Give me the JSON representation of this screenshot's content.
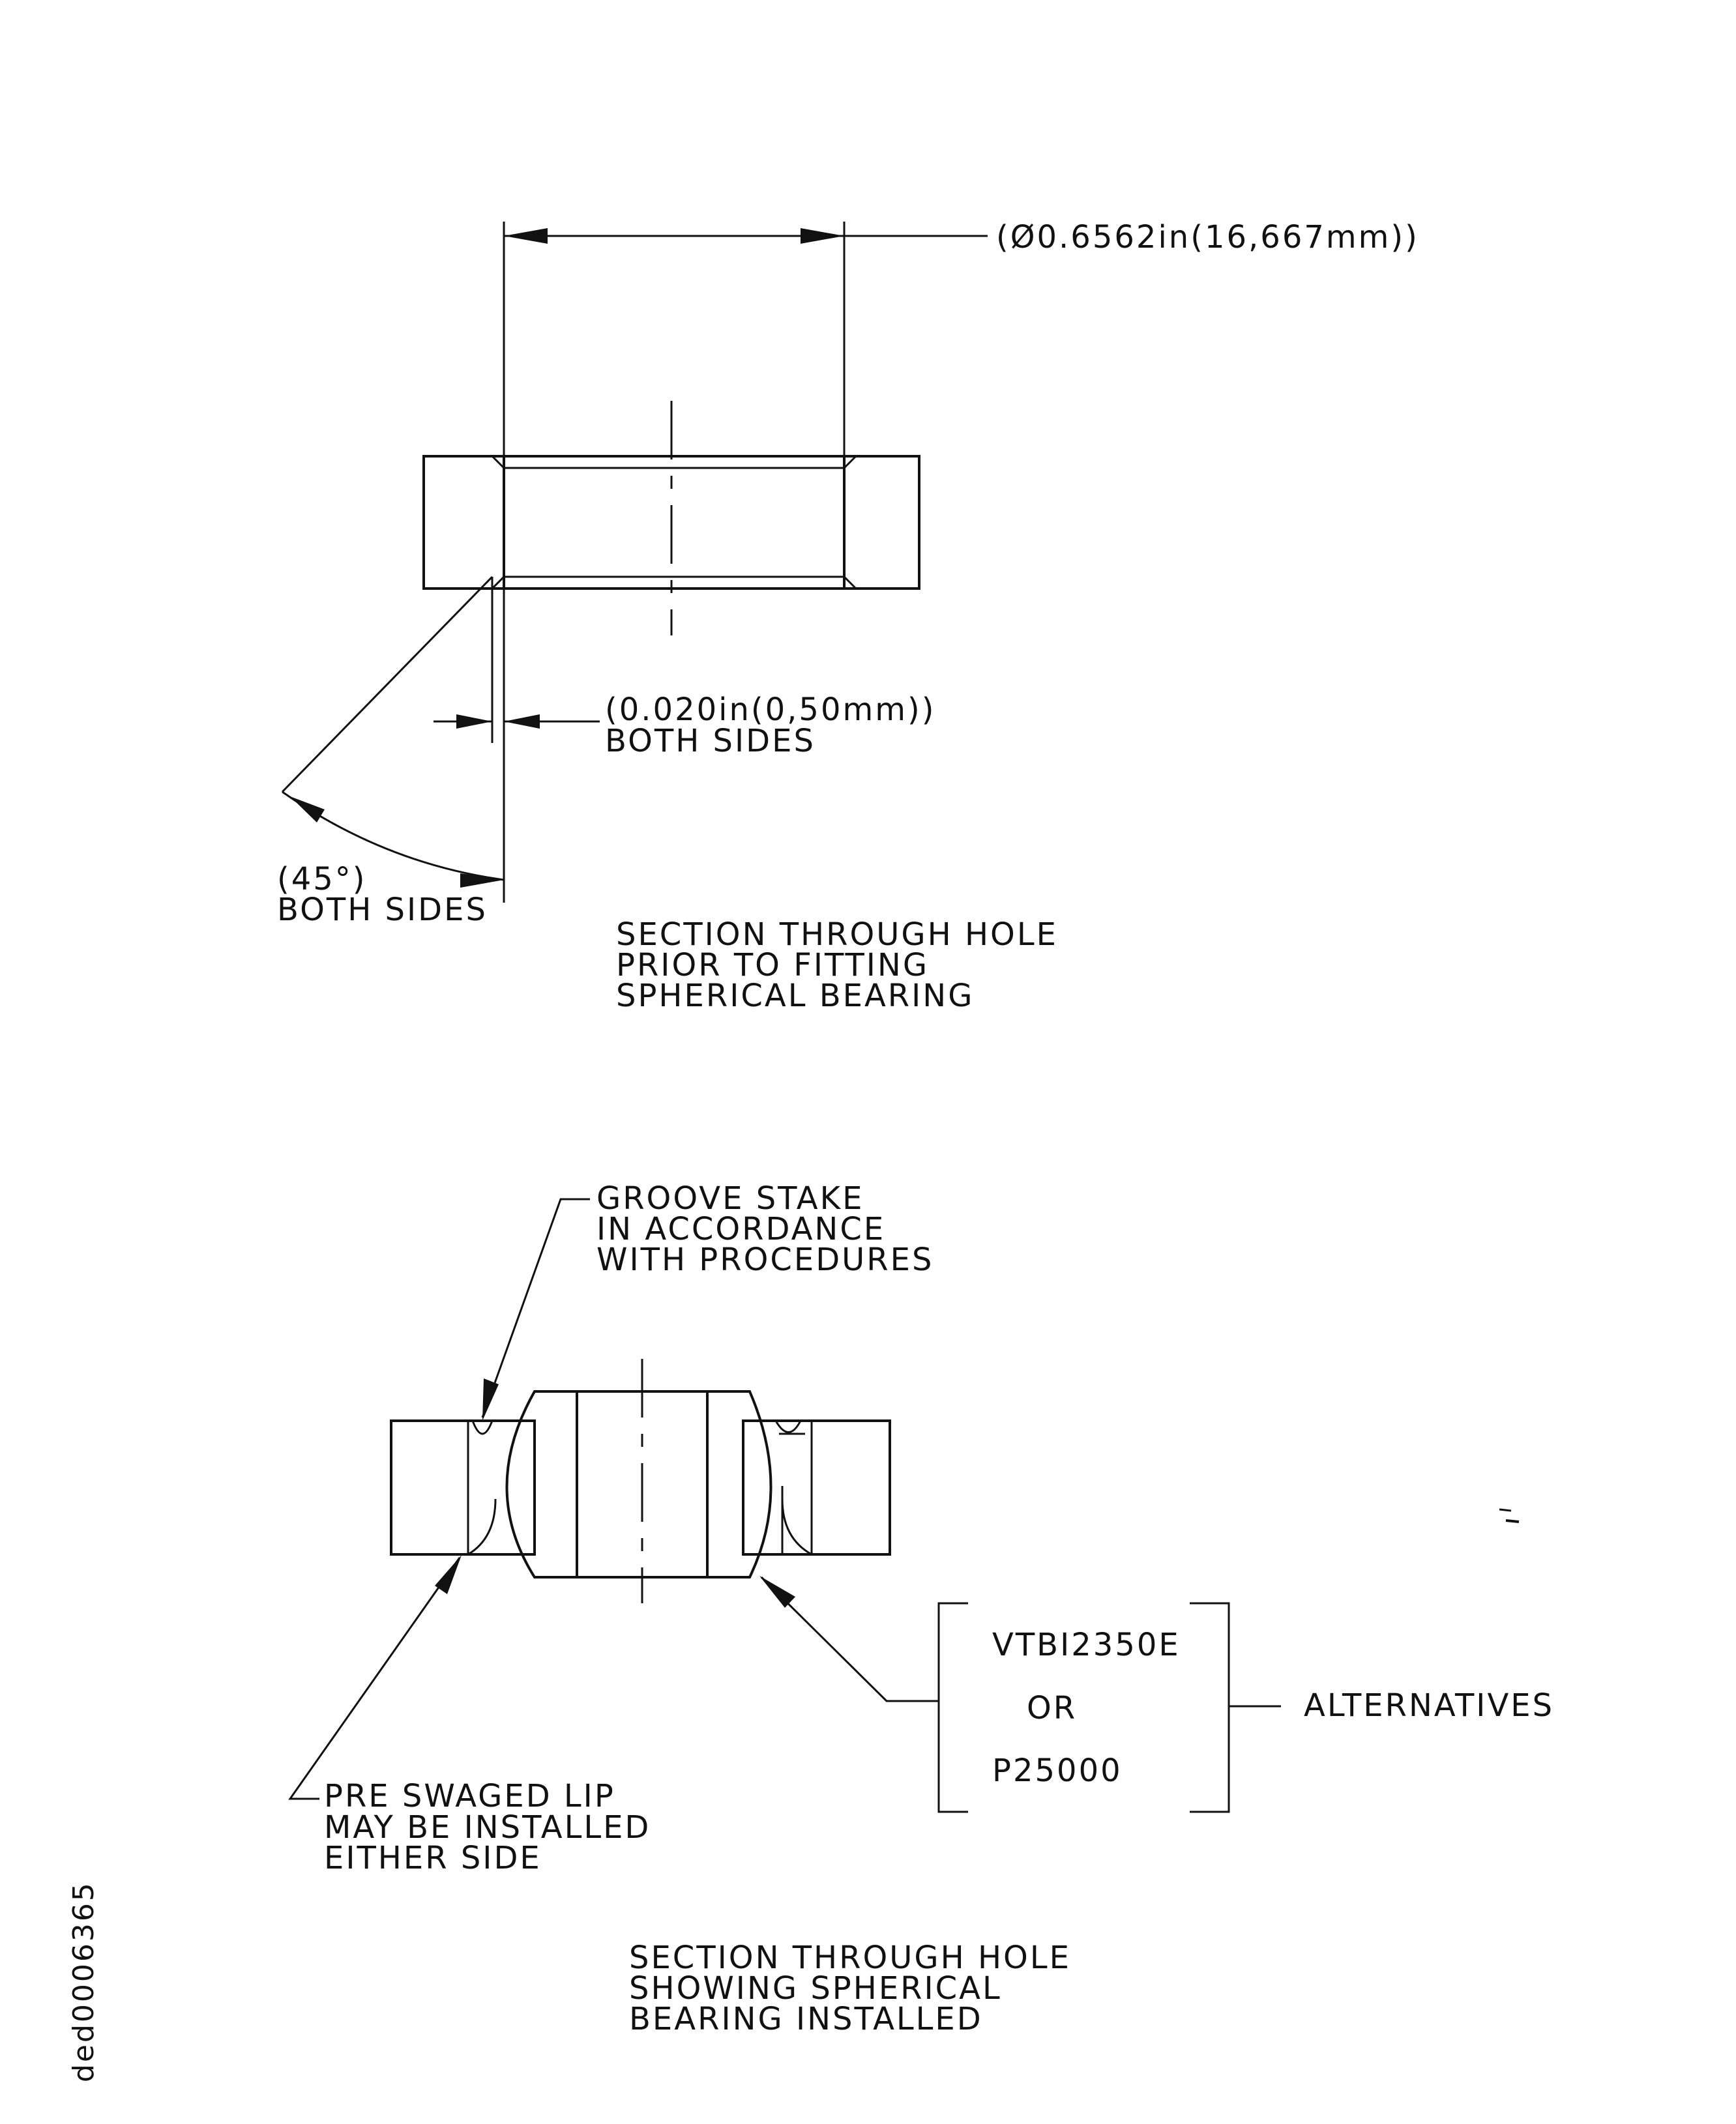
{
  "doc_id": "ded0006365",
  "top_figure": {
    "diameter_label": "(Ø0.6562in(16,667mm))",
    "chamfer_width_line1": "(0.020in(0,50mm))",
    "chamfer_width_line2": "BOTH SIDES",
    "chamfer_angle_line1": "(45°)",
    "chamfer_angle_line2": "BOTH SIDES",
    "caption": [
      "SECTION THROUGH HOLE",
      "PRIOR TO FITTING",
      "SPHERICAL BEARING"
    ]
  },
  "bottom_figure": {
    "groove_stake": [
      "GROOVE STAKE",
      "IN ACCORDANCE",
      "WITH PROCEDURES"
    ],
    "lip_note": [
      "PRE SWAGED LIP",
      "MAY BE INSTALLED",
      "EITHER SIDE"
    ],
    "part_numbers": [
      "VTBI2350E",
      "OR",
      "P25000"
    ],
    "alternatives_label": "ALTERNATIVES",
    "caption": [
      "SECTION THROUGH HOLE",
      "SHOWING SPHERICAL",
      "BEARING INSTALLED"
    ]
  }
}
